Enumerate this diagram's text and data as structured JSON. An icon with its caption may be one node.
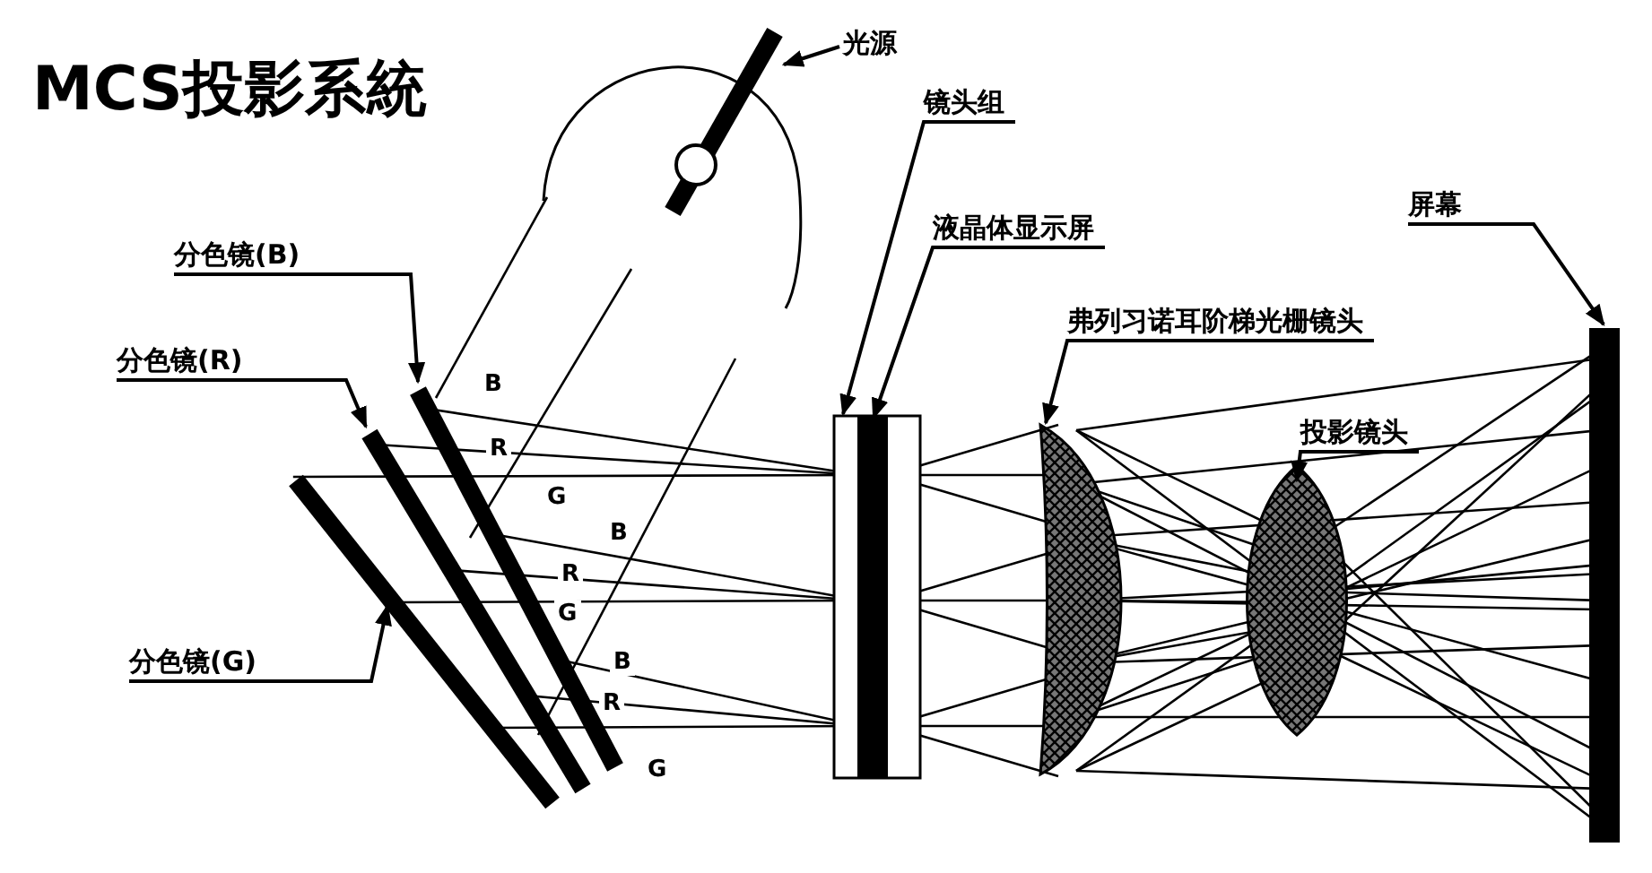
{
  "diagram": {
    "title": "MCS投影系統",
    "nodes": [
      {
        "text": [
          "光源"
        ]
      },
      {
        "text": [
          "镜头组"
        ]
      },
      {
        "text": [
          "屏幕"
        ]
      },
      {
        "text": [
          "液晶体显示屏"
        ]
      },
      {
        "text": [
          "分色镜(B)"
        ]
      },
      {
        "text": [
          "弗列习诺耳阶梯光栅镜头"
        ]
      },
      {
        "text": [
          "分色镜(R)"
        ]
      },
      {
        "text": [
          "投影镜头"
        ]
      },
      {
        "text": [
          "分色镜(G)"
        ]
      },
      {
        "text": [],
        "shape": "picture"
      },
      {
        "text": [],
        "shape": "bar"
      },
      {
        "text": [],
        "shape": "bar"
      },
      {
        "text": [],
        "shape": "bar"
      },
      {
        "text": [],
        "shape": "box"
      },
      {
        "text": [],
        "shape": "bar",
        "in": 13
      },
      {
        "text": [],
        "shape": "picture"
      },
      {
        "text": [],
        "shape": "picture"
      },
      {
        "text": [],
        "shape": "bar"
      }
    ],
    "edges": [
      {
        "from": 0,
        "to": 9,
        "arrow": "to"
      },
      {
        "from": 1,
        "to": 13,
        "arrow": "to"
      },
      {
        "from": 2,
        "to": 17,
        "arrow": "to"
      },
      {
        "from": 3,
        "to": 14,
        "arrow": "to"
      },
      {
        "from": 4,
        "to": 12,
        "arrow": "to"
      },
      {
        "from": 5,
        "to": 15,
        "arrow": "to"
      },
      {
        "from": 6,
        "to": 11,
        "arrow": "to"
      },
      {
        "from": 7,
        "to": 16,
        "arrow": "to"
      },
      {
        "from": 8,
        "to": 10,
        "arrow": "to"
      }
    ],
    "labels": [
      "B",
      "R",
      "G",
      "B",
      "R",
      "G",
      "B",
      "R",
      "G"
    ]
  }
}
